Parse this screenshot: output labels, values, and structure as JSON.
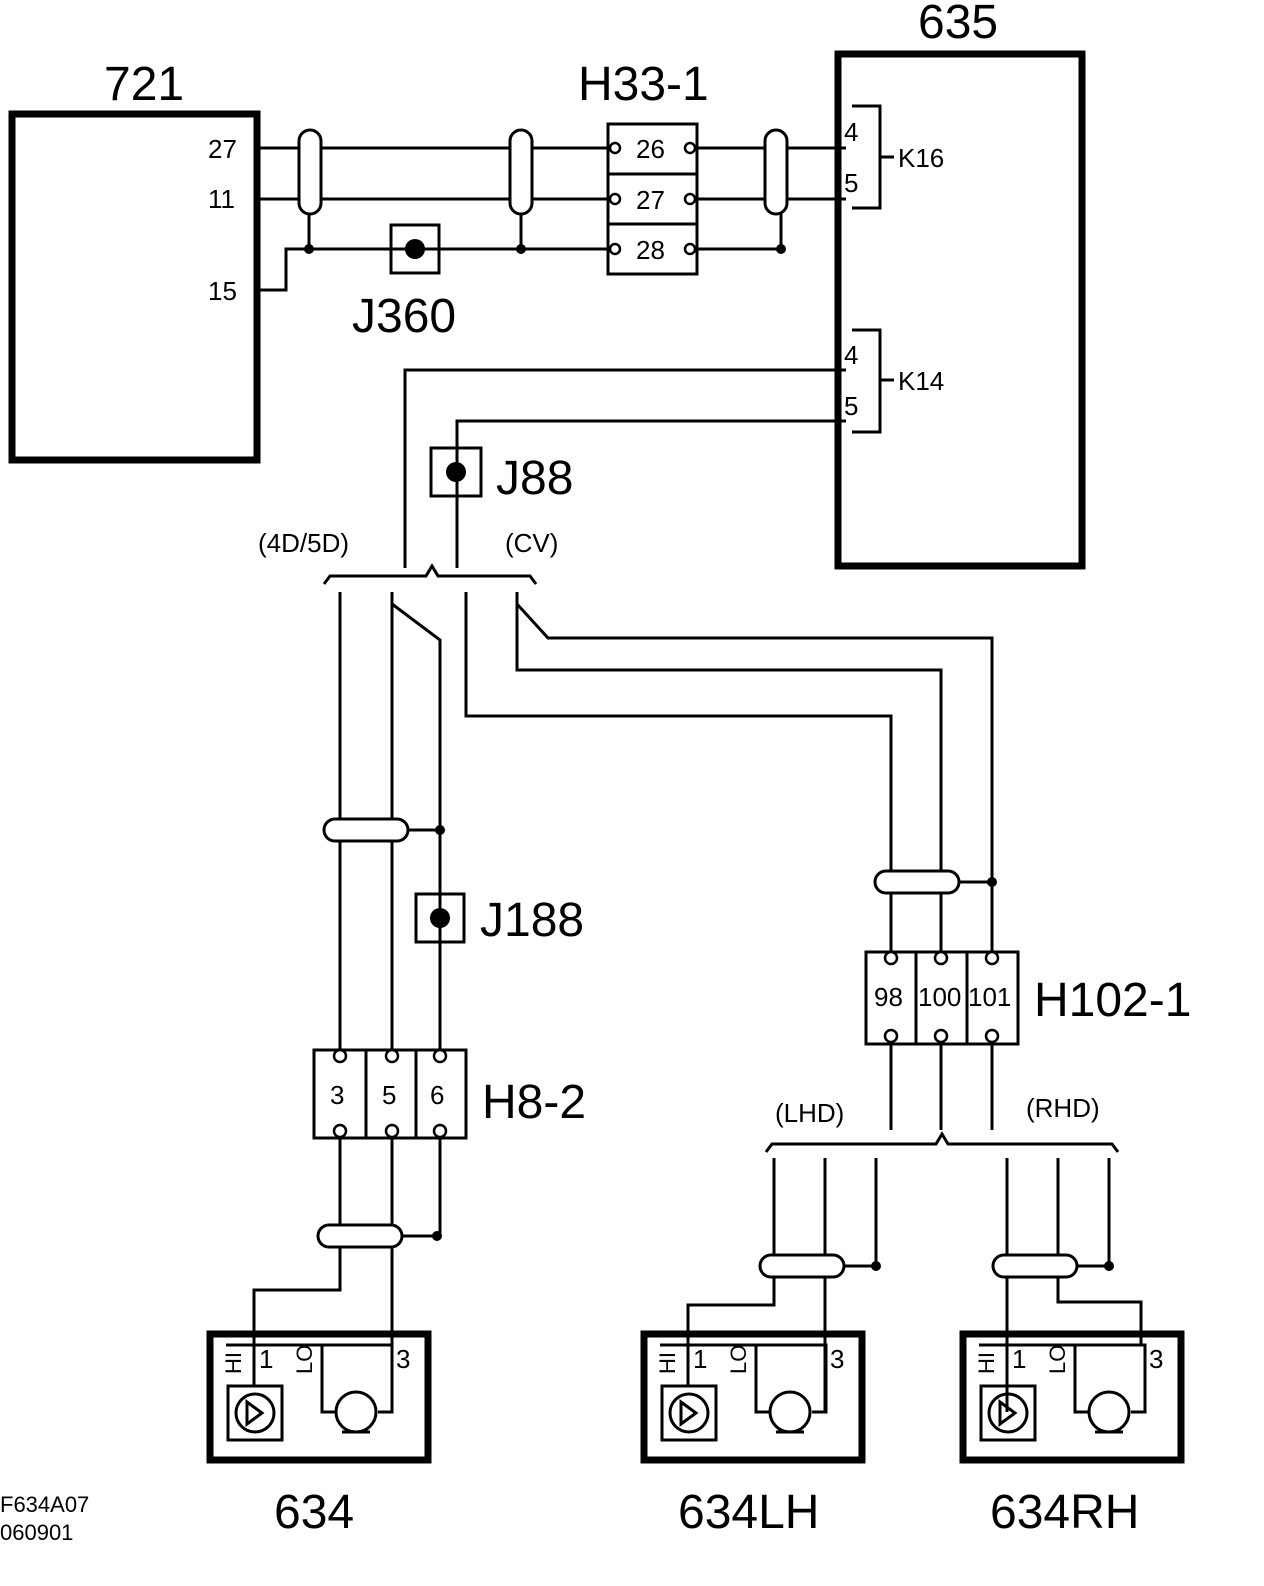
{
  "components": {
    "c721": "721",
    "c635": "635",
    "c634": "634",
    "c634lh": "634LH",
    "c634rh": "634RH"
  },
  "connectors": {
    "h33_1": "H33-1",
    "h8_2": "H8-2",
    "h102_1": "H102-1",
    "k16": "K16",
    "k14": "K14"
  },
  "junctions": {
    "j360": "J360",
    "j88": "J88",
    "j188": "J188"
  },
  "pins": {
    "p721_27": "27",
    "p721_11": "11",
    "p721_15": "15",
    "h33_26": "26",
    "h33_27": "27",
    "h33_28": "28",
    "k16_4": "4",
    "k16_5": "5",
    "k14_4": "4",
    "k14_5": "5",
    "h8_3": "3",
    "h8_5": "5",
    "h8_6": "6",
    "h102_98": "98",
    "h102_100": "100",
    "h102_101": "101",
    "spk_1": "1",
    "spk_3": "3",
    "spk_hi": "HI",
    "spk_lo": "LO"
  },
  "variants": {
    "v4d5d": "(4D/5D)",
    "vcv": "(CV)",
    "vlhd": "(LHD)",
    "vrhd": "(RHD)"
  },
  "reference": {
    "code": "F634A07",
    "date": "060901"
  }
}
